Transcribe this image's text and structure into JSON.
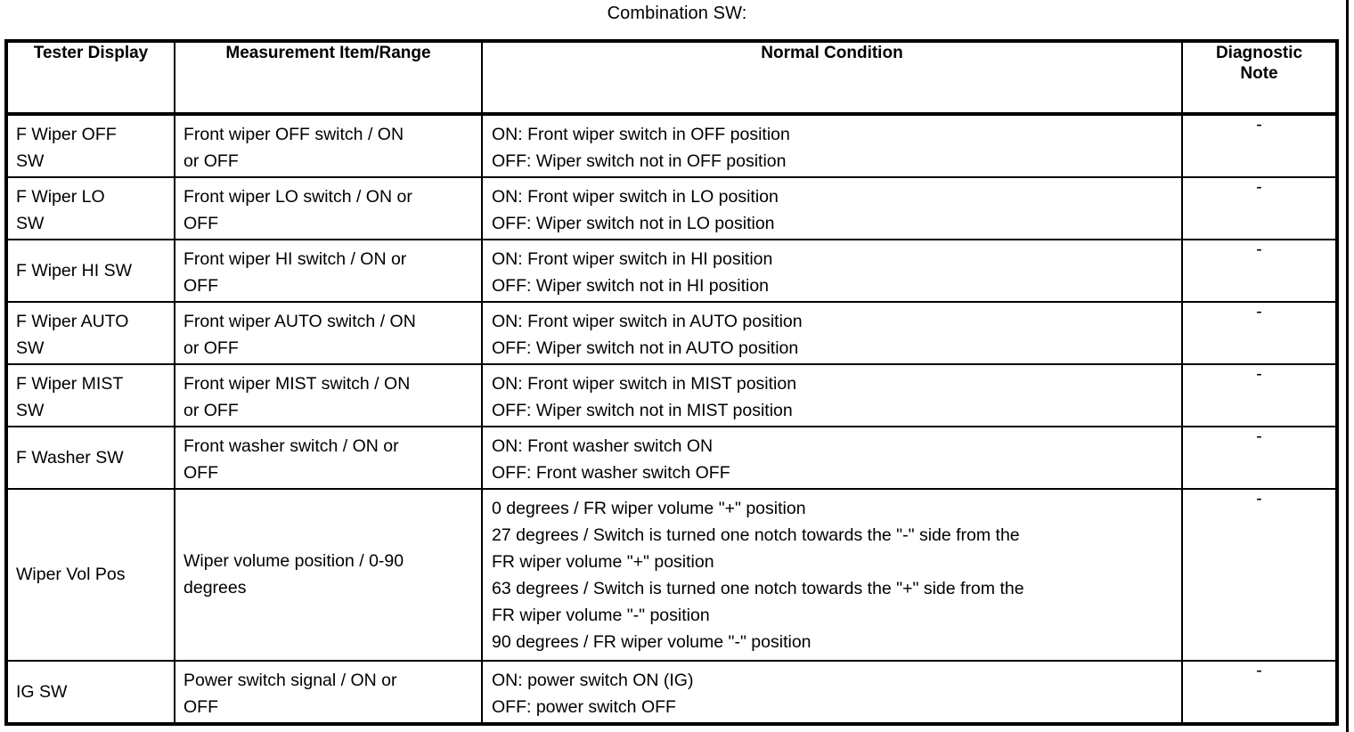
{
  "document": {
    "title": "Combination SW:"
  },
  "table": {
    "columns": [
      {
        "key": "tester_display",
        "header": "Tester Display"
      },
      {
        "key": "measurement_item_range",
        "header": "Measurement Item/Range"
      },
      {
        "key": "normal_condition",
        "header": "Normal Condition"
      },
      {
        "key": "diagnostic_note",
        "header": "Diagnostic\nNote"
      }
    ],
    "rows": [
      {
        "tester_display": "F Wiper OFF\nSW",
        "measurement_item_range": "Front wiper OFF switch / ON\nor OFF",
        "normal_condition": "ON: Front wiper switch in OFF position\nOFF: Wiper switch not in OFF position",
        "diagnostic_note": "-"
      },
      {
        "tester_display": "F Wiper LO\nSW",
        "measurement_item_range": "Front wiper LO switch / ON or\nOFF",
        "normal_condition": "ON: Front wiper switch in LO position\nOFF: Wiper switch not in LO position",
        "diagnostic_note": "-"
      },
      {
        "tester_display": "F Wiper HI SW",
        "measurement_item_range": "Front wiper HI switch / ON or\nOFF",
        "normal_condition": "ON: Front wiper switch in HI position\nOFF: Wiper switch not in HI position",
        "diagnostic_note": "-"
      },
      {
        "tester_display": "F Wiper AUTO\nSW",
        "measurement_item_range": "Front wiper AUTO switch / ON\nor OFF",
        "normal_condition": "ON: Front wiper switch in AUTO position\nOFF: Wiper switch not in AUTO position",
        "diagnostic_note": "-"
      },
      {
        "tester_display": "F Wiper MIST\nSW",
        "measurement_item_range": "Front wiper MIST switch / ON\nor OFF",
        "normal_condition": "ON: Front wiper switch in MIST position\nOFF: Wiper switch not in MIST position",
        "diagnostic_note": "-"
      },
      {
        "tester_display": "F Washer SW",
        "measurement_item_range": "Front washer switch / ON or\nOFF",
        "normal_condition": "ON: Front washer switch ON\nOFF: Front washer switch OFF",
        "diagnostic_note": "-"
      },
      {
        "tester_display": "Wiper Vol Pos",
        "measurement_item_range": "Wiper volume position / 0-90\ndegrees",
        "normal_condition": "0 degrees / FR wiper volume \"+\" position\n27 degrees / Switch is turned one notch towards the \"-\" side from the\nFR wiper volume \"+\" position\n63 degrees / Switch is turned one notch towards the \"+\" side from the\nFR wiper volume \"-\" position\n90 degrees / FR wiper volume \"-\" position",
        "diagnostic_note": "-"
      },
      {
        "tester_display": "IG SW",
        "measurement_item_range": "Power switch signal / ON or\nOFF",
        "normal_condition": "ON: power switch ON (IG)\nOFF: power switch OFF",
        "diagnostic_note": "-"
      }
    ]
  }
}
